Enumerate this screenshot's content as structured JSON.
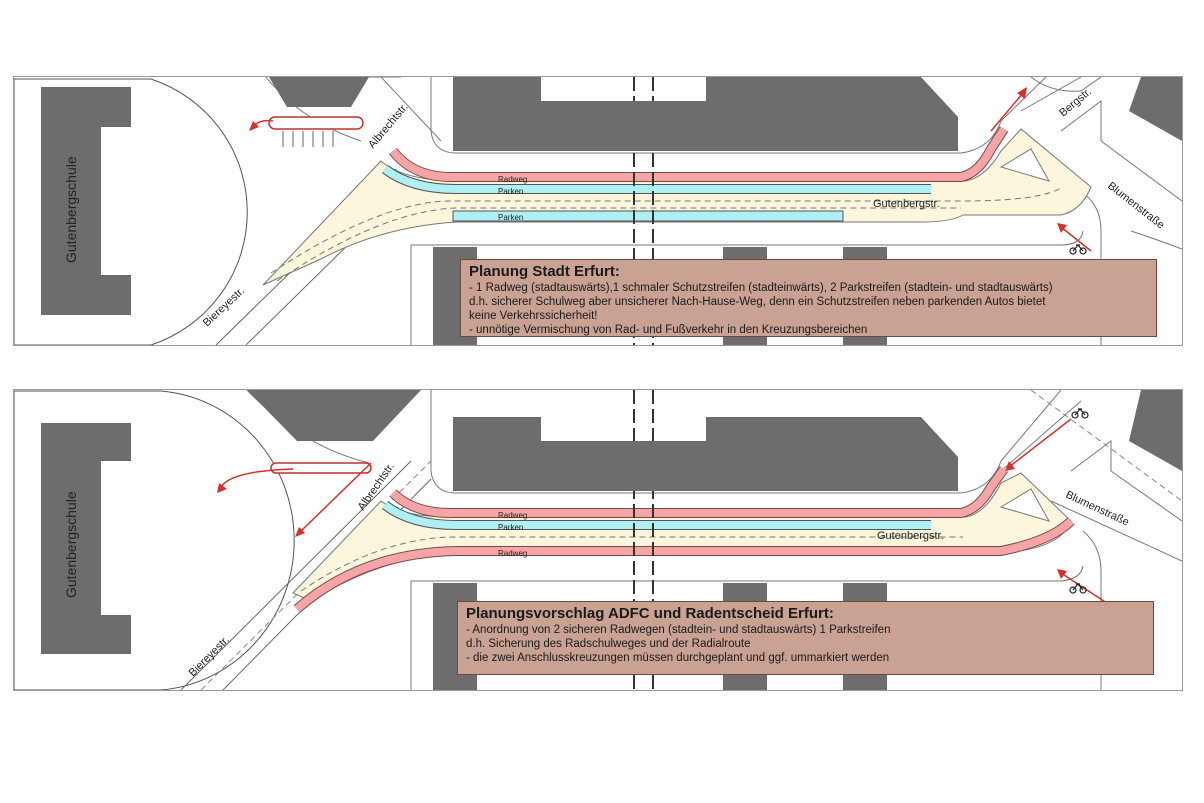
{
  "colors": {
    "bike_lane": "#f6a5a7",
    "parking": "#aef0f4",
    "plaza": "#fbf6dc",
    "building": "#6d6d6d",
    "box": "#c9a294",
    "arrow": "#d6302a"
  },
  "panels": [
    {
      "id": "top",
      "labels": {
        "school": "Gutenbergschule",
        "albrecht": "Albrechtstr.",
        "biereye": "Biereyestr.",
        "berg": "Bergstr.",
        "blumen": "Blumenstraße",
        "gutenberg": "Gutenbergstr.",
        "lane1": "Radweg",
        "lane2": "Parken",
        "lane3": "Parken"
      },
      "box": {
        "title": "Planung Stadt Erfurt:",
        "lines": [
          "- 1 Radweg (stadtauswärts),1 schmaler Schutzstreifen (stadteinwärts), 2 Parkstreifen (stadtein- und stadtauswärts)",
          "   d.h. sicherer Schulweg aber unsicherer Nach-Hause-Weg, denn ein  Schutzstreifen neben parkenden Autos bietet",
          "   keine  Verkehrssicherheit!",
          "-  unnötige Vermischung von Rad- und Fußverkehr in den Kreuzungsbereichen"
        ]
      }
    },
    {
      "id": "bottom",
      "labels": {
        "school": "Gutenbergschule",
        "albrecht": "Albrechtstr.",
        "biereye": "Biereyestr.",
        "blumen": "Blumenstraße",
        "gutenberg": "Gutenbergstr.",
        "lane1": "Radweg",
        "lane2": "Parken",
        "lane3": "Radweg"
      },
      "box": {
        "title": "Planungsvorschlag ADFC und Radentscheid Erfurt:",
        "lines": [
          "- Anordnung von 2 sicheren Radwegen (stadtein- und stadtauswärts) 1 Parkstreifen",
          "  d.h. Sicherung des Radschulweges und der Radialroute",
          "- die zwei Anschlusskreuzungen müssen durchgeplant und ggf. ummarkiert werden"
        ]
      }
    }
  ]
}
